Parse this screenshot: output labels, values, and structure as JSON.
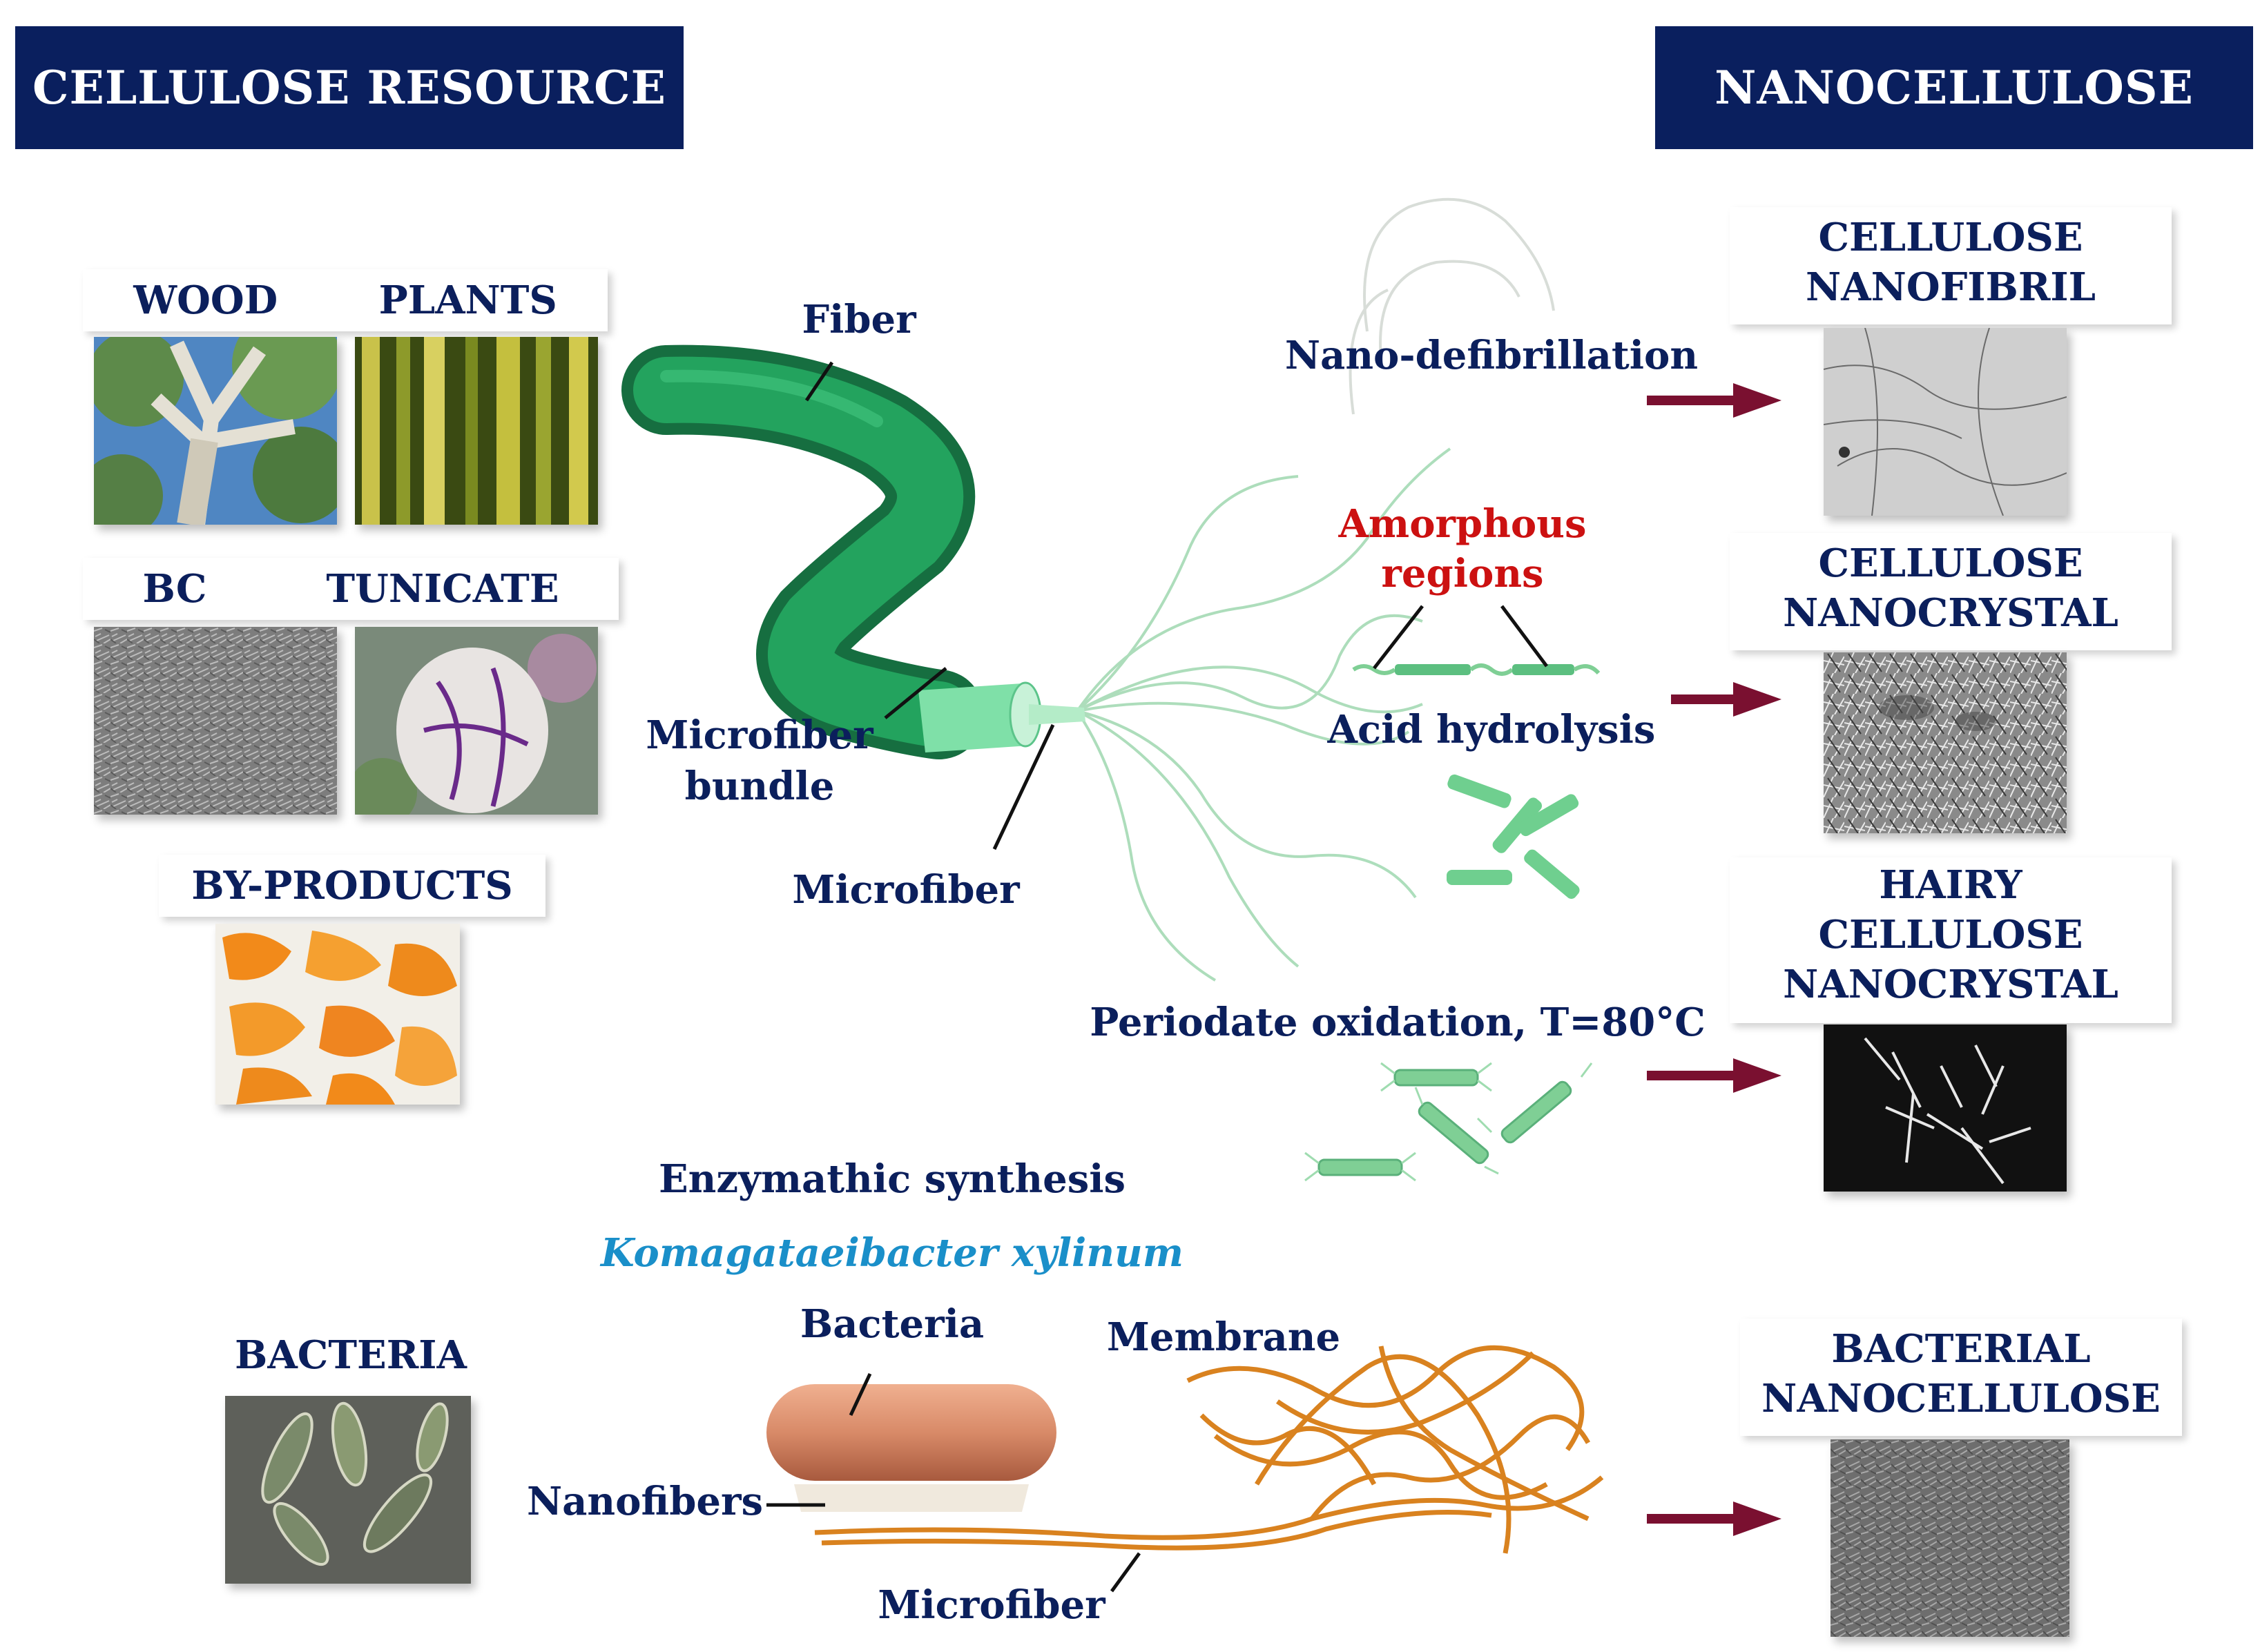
{
  "headers": {
    "left": "CELLULOSE RESOURCE",
    "right": "NANOCELLULOSE"
  },
  "sources": {
    "wood": "WOOD",
    "plants": "PLANTS",
    "bc": "BC",
    "tunicate": "TUNICATE",
    "byproducts": "BY-PRODUCTS",
    "bacteria": "BACTERIA"
  },
  "fiber_labels": {
    "fiber": "Fiber",
    "microfiber_bundle_1": "Microfiber",
    "microfiber_bundle_2": "bundle",
    "microfiber": "Microfiber"
  },
  "processes": {
    "nano_defibrillation": "Nano-defibrillation",
    "amorphous_1": "Amorphous",
    "amorphous_2": "regions",
    "acid_hydrolysis": "Acid hydrolysis",
    "periodate": "Periodate oxidation, T=80°C",
    "enzymatic": "Enzymathic synthesis",
    "species": "Komagataeibacter xylinum"
  },
  "bacteria_labels": {
    "bacteria": "Bacteria",
    "membrane": "Membrane",
    "nanofibers": "Nanofibers",
    "microfiber": "Microfiber"
  },
  "products": {
    "cnf_1": "CELLULOSE",
    "cnf_2": "NANOFIBRIL",
    "cnc_1": "CELLULOSE",
    "cnc_2": "NANOCRYSTAL",
    "hcnc_1": "HAIRY",
    "hcnc_2": "CELLULOSE",
    "hcnc_3": "NANOCRYSTAL",
    "bnc_1": "BACTERIAL",
    "bnc_2": "NANOCELLULOSE"
  },
  "colors": {
    "header_bg": "#0a1f5e",
    "label_text": "#0b1f5c",
    "amorphous_text": "#cc1111",
    "species_text": "#1a8fc9",
    "fiber_green": "#1f9a5a",
    "arrow": "#7a1030",
    "bacteria_fill": "#d98a6a",
    "membrane_orange": "#d9821f"
  }
}
